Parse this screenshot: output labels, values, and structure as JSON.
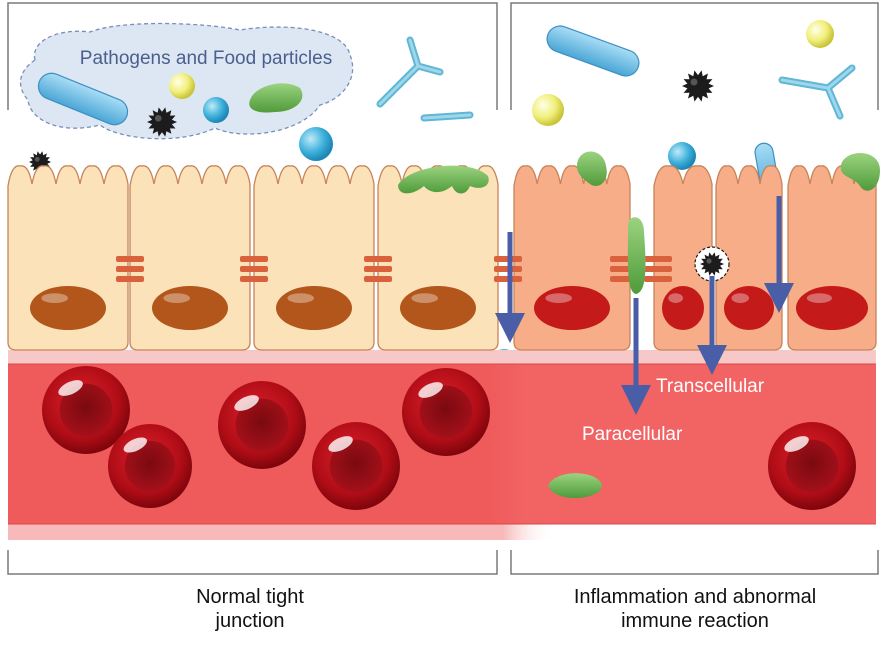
{
  "labels": {
    "cloud": "Pathogens and Food particles",
    "transcellular": "Transcellular",
    "paracellular": "Paracellular"
  },
  "captions": {
    "left_line1": "Normal tight",
    "left_line2": "junction",
    "right_line1": "Inflammation and abnormal",
    "right_line2": "immune reaction"
  },
  "colors": {
    "normal_cell": "#fbe2b8",
    "inflamed_cell": "#f7ae88",
    "cell_outline": "#c8845a",
    "nucleus_normal": "#b3561b",
    "nucleus_inflamed": "#c41a1a",
    "vessel": "#ee5a5a",
    "red_blood_cell": "#c0101a",
    "arrow": "#4a5ea8",
    "tight_junction": "#d9623d",
    "cloud_fill": "#dde7f3",
    "cloud_text": "#4a5f8e"
  },
  "icons": [
    "bacterium-rod-icon",
    "virus-icon",
    "food-particle-icon",
    "y-antibody-icon",
    "red-blood-cell-icon",
    "tight-junction-icon",
    "nucleus-icon"
  ]
}
